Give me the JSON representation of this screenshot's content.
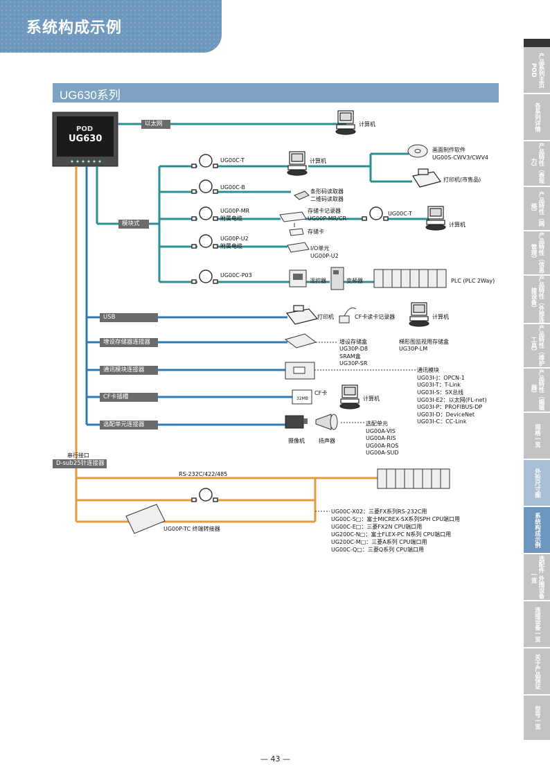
{
  "header": {
    "title": "系统构成示例"
  },
  "section": {
    "title": "UG630系列"
  },
  "device": {
    "brand": "POD",
    "model": "UG630"
  },
  "side_nav": [
    {
      "label": "产品系列主页 POD"
    },
    {
      "label": "各系列详情"
    },
    {
      "label": "产品特性（表现力）"
    },
    {
      "label": "产品特性（网络）"
    },
    {
      "label": "产品特性（信息管理）"
    },
    {
      "label": "产品特性（外部连接设备）"
    },
    {
      "label": "产品特性（维护工具）"
    },
    {
      "label": "产品特性（编辑器）"
    },
    {
      "label": "规格一览"
    },
    {
      "label": "外形尺寸图"
    },
    {
      "label": "系统构成示例"
    },
    {
      "label": "选配件 外围设备一览"
    },
    {
      "label": "连接设备一览"
    },
    {
      "label": "关于产品保证"
    },
    {
      "label": "型号一览"
    }
  ],
  "buses": {
    "ethernet": "以太网",
    "module": "模块式",
    "usb": "USB",
    "expansion_memory": "增设存储器连接器",
    "comm_module": "通讯模块连接器",
    "cf_slot": "CF卡插槽",
    "option_unit": "选配单元连接器",
    "serial_line1": "串行接口",
    "serial_line2": "D-sub25针连接器"
  },
  "labels": {
    "pc_ethernet": "计算机",
    "ug00c_t": "UG00C-T",
    "pc_module": "计算机",
    "software_line1": "画面制作软件",
    "software_line2": "UG00S-CWV3/CWV4",
    "printer_module": "打印机(市售品)",
    "ug00c_b": "UG00C-B",
    "barcode_line1": "条形码读取器",
    "barcode_line2": "二维码读取器",
    "ug00p_mr_line1": "UG00P-MR",
    "ug00p_mr_line2": "附属电缆",
    "card_recorder_line1": "存储卡记录器",
    "card_recorder_line2": "UG00P-MR/CR",
    "memory_card": "存储卡",
    "ug00c_t2": "UG00C-T",
    "pc_card": "计算机",
    "ug00p_u2_line1": "UG00P-U2",
    "ug00p_u2_line2": "附属电缆",
    "io_unit_line1": "I/O单元",
    "io_unit_line2": "UG00P-U2",
    "ug00c_p03": "UG00C-P03",
    "temp_controller": "温控器",
    "inverter": "变频器",
    "plc": "PLC (PLC 2Way)",
    "usb_printer": "打印机",
    "cf_reader": "CF卡读卡记录器",
    "usb_pc": "计算机",
    "exp_mem_line1": "增设存储盒",
    "exp_mem_line2": "UG30P-D8",
    "exp_mem_line3": "SRAM盒",
    "exp_mem_line4": "UG30P-SR",
    "ladder_line1": "梯形图监视用存储盒",
    "ladder_line2": "UG30P-LM",
    "comm_modules": [
      "通讯模块",
      "UG03I-J：OPCN-1",
      "UG03I-T：T-Link",
      "UG03I-S：SX总线",
      "UG03I-E2：以太网(FL-net)",
      "UG03I-P：PROFIBUS-DP",
      "UG03I-D：DeviceNet",
      "UG03I-C：CC-Link"
    ],
    "cf_card": "CF卡",
    "cf_card_face": "32MB",
    "cf_pc": "计算机",
    "camera": "摄像机",
    "speaker": "扬声器",
    "option_units": [
      "选配单元",
      "UG00A-VIS",
      "UG00A-RIS",
      "UG00A-ROS",
      "UG00A-SUD"
    ],
    "rs232": "RS-232C/422/485",
    "terminal_block": "UG00P-TC 终端转接器",
    "serial_cables": [
      "UG00C-X02：三菱FX系列RS-232C用",
      "UG00C-S□：富士MICREX-SX系列SPH CPU端口用",
      "UG00C-E□：三菱FX2N CPU端口用",
      "UG200C-N□：富士FLEX-PC N系列 CPU端口用",
      "UG200C-M□：三菱A系列 CPU端口用",
      "UG00C-Q□：三菱Q系列 CPU端口用"
    ]
  },
  "page": {
    "number": "— 43 —"
  },
  "colors": {
    "teal": "#2a8f94",
    "blue": "#2c7ab8",
    "orange": "#e39a3e",
    "header": "#6e97bd",
    "bus_label": "#6b6b6b"
  }
}
